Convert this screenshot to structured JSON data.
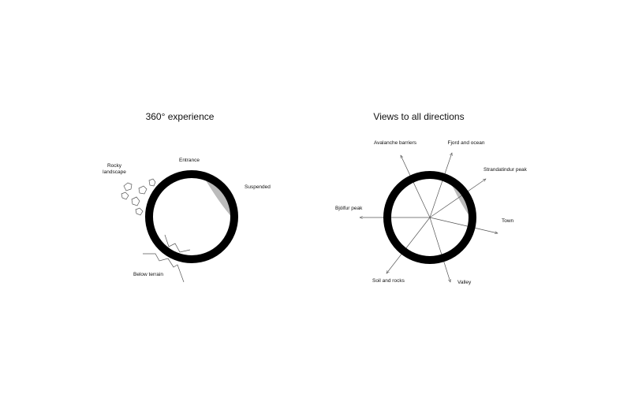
{
  "left_diagram": {
    "title": "360° experience",
    "labels": {
      "entrance": "Entrance",
      "rocky_line1": "Rocky",
      "rocky_line2": "landscape",
      "suspended": "Suspended",
      "below_terrain": "Below terrain"
    }
  },
  "right_diagram": {
    "title": "Views to all directions",
    "directions": {
      "avalanche": "Avalanche barriers",
      "fjord": "Fjord and ocean",
      "strandatindur": "Strandatindur peak",
      "town": "Town",
      "valley": "Valley",
      "soil": "Soil and rocks",
      "bjolfur": "Bjólfur peak"
    }
  },
  "colors": {
    "ring": "#000000",
    "shade": "#bbbbbb",
    "lines": "#555555",
    "text": "#111111"
  }
}
